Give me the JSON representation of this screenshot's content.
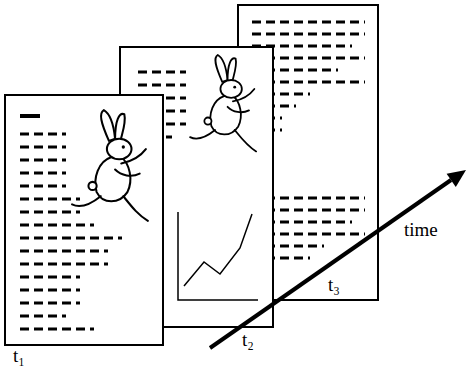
{
  "diagram": {
    "nodes": [
      {
        "text": [
          "t₁"
        ]
      },
      {
        "text": [
          "t₂"
        ]
      },
      {
        "text": [
          "t₃"
        ]
      }
    ],
    "labels": [
      "time"
    ]
  }
}
